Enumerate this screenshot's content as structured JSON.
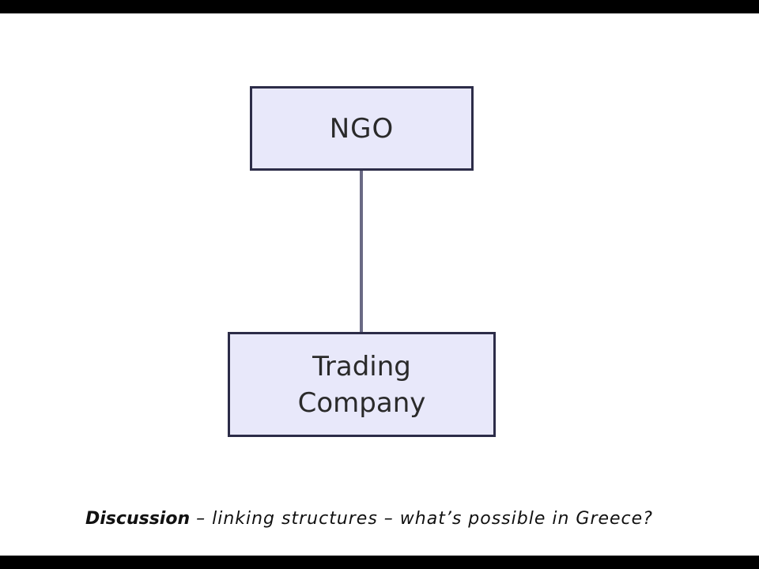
{
  "diagram": {
    "top_node": {
      "label": "NGO"
    },
    "bottom_node": {
      "line1": "Trading",
      "line2": "Company"
    },
    "caption": {
      "emphasis": "Discussion",
      "rest": " – linking structures – what’s possible in Greece?"
    }
  },
  "colors": {
    "box_fill": "#e8e8fa",
    "box_border": "#2c2c48",
    "connector": "#6a6a85",
    "frame": "#000000"
  }
}
